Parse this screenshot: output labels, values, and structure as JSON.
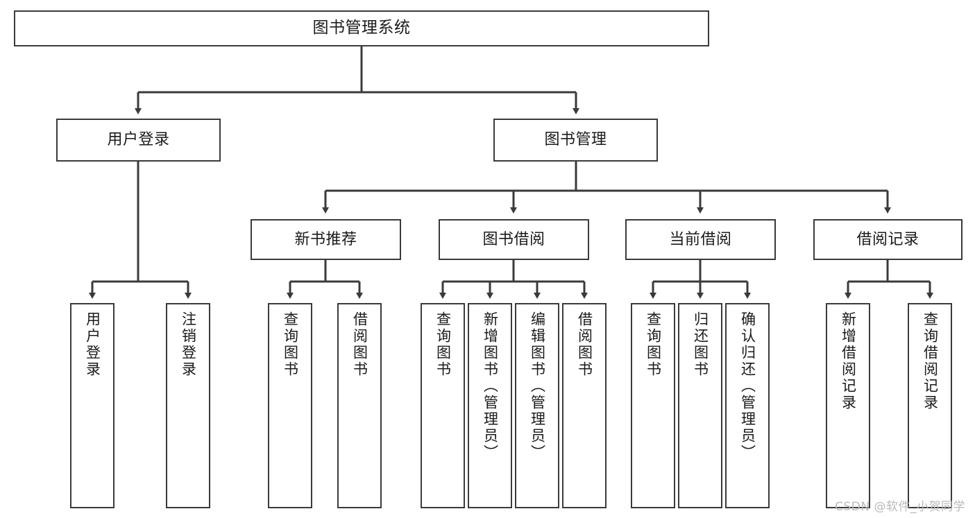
{
  "diagram": {
    "title": "图书管理系统",
    "type": "tree",
    "watermark": "CSDN @软件_小贺同学",
    "colors": {
      "box_border": "#3a3a3a",
      "box_fill": "#ffffff",
      "connector": "#3a3a3a",
      "text": "#1a1a1a",
      "watermark": "#b9b9b9",
      "background": "#ffffff"
    },
    "nodes": {
      "root": {
        "id": "root",
        "label": "图书管理系统",
        "level": 1,
        "orientation": "horizontal"
      },
      "l2": [
        {
          "id": "user-login",
          "label": "用户登录",
          "level": 2,
          "orientation": "horizontal"
        },
        {
          "id": "book-manage",
          "label": "图书管理",
          "level": 2,
          "orientation": "horizontal"
        }
      ],
      "l3": [
        {
          "id": "new-book-rec",
          "label": "新书推荐",
          "level": 3,
          "orientation": "horizontal",
          "parent": "book-manage"
        },
        {
          "id": "book-borrow",
          "label": "图书借阅",
          "level": 3,
          "orientation": "horizontal",
          "parent": "book-manage"
        },
        {
          "id": "current-borrow",
          "label": "当前借阅",
          "level": 3,
          "orientation": "horizontal",
          "parent": "book-manage"
        },
        {
          "id": "borrow-record",
          "label": "借阅记录",
          "level": 3,
          "orientation": "horizontal",
          "parent": "book-manage"
        }
      ],
      "leaves": [
        {
          "id": "leaf-user-login",
          "label": "用户登录",
          "orientation": "vertical",
          "parent": "user-login"
        },
        {
          "id": "leaf-user-logout",
          "label": "注销登录",
          "orientation": "vertical",
          "parent": "user-login"
        },
        {
          "id": "leaf-rec-query-book",
          "label": "查询图书",
          "orientation": "vertical",
          "parent": "new-book-rec"
        },
        {
          "id": "leaf-rec-borrow-book",
          "label": "借阅图书",
          "orientation": "vertical",
          "parent": "new-book-rec"
        },
        {
          "id": "leaf-borrow-query-book",
          "label": "查询图书",
          "orientation": "vertical",
          "parent": "book-borrow"
        },
        {
          "id": "leaf-borrow-add-book",
          "label": "新增图书（管理员）",
          "orientation": "vertical",
          "parent": "book-borrow"
        },
        {
          "id": "leaf-borrow-edit-book",
          "label": "编辑图书（管理员）",
          "orientation": "vertical",
          "parent": "book-borrow"
        },
        {
          "id": "leaf-borrow-borrow-book",
          "label": "借阅图书",
          "orientation": "vertical",
          "parent": "book-borrow"
        },
        {
          "id": "leaf-cur-query-book",
          "label": "查询图书",
          "orientation": "vertical",
          "parent": "current-borrow"
        },
        {
          "id": "leaf-cur-return-book",
          "label": "归还图书",
          "orientation": "vertical",
          "parent": "current-borrow"
        },
        {
          "id": "leaf-cur-confirm-return",
          "label": "确认归还（管理员）",
          "orientation": "vertical",
          "parent": "current-borrow"
        },
        {
          "id": "leaf-rec-add-record",
          "label": "新增借阅记录",
          "orientation": "vertical",
          "parent": "borrow-record"
        },
        {
          "id": "leaf-rec-query-record",
          "label": "查询借阅记录",
          "orientation": "vertical",
          "parent": "borrow-record"
        }
      ]
    }
  }
}
